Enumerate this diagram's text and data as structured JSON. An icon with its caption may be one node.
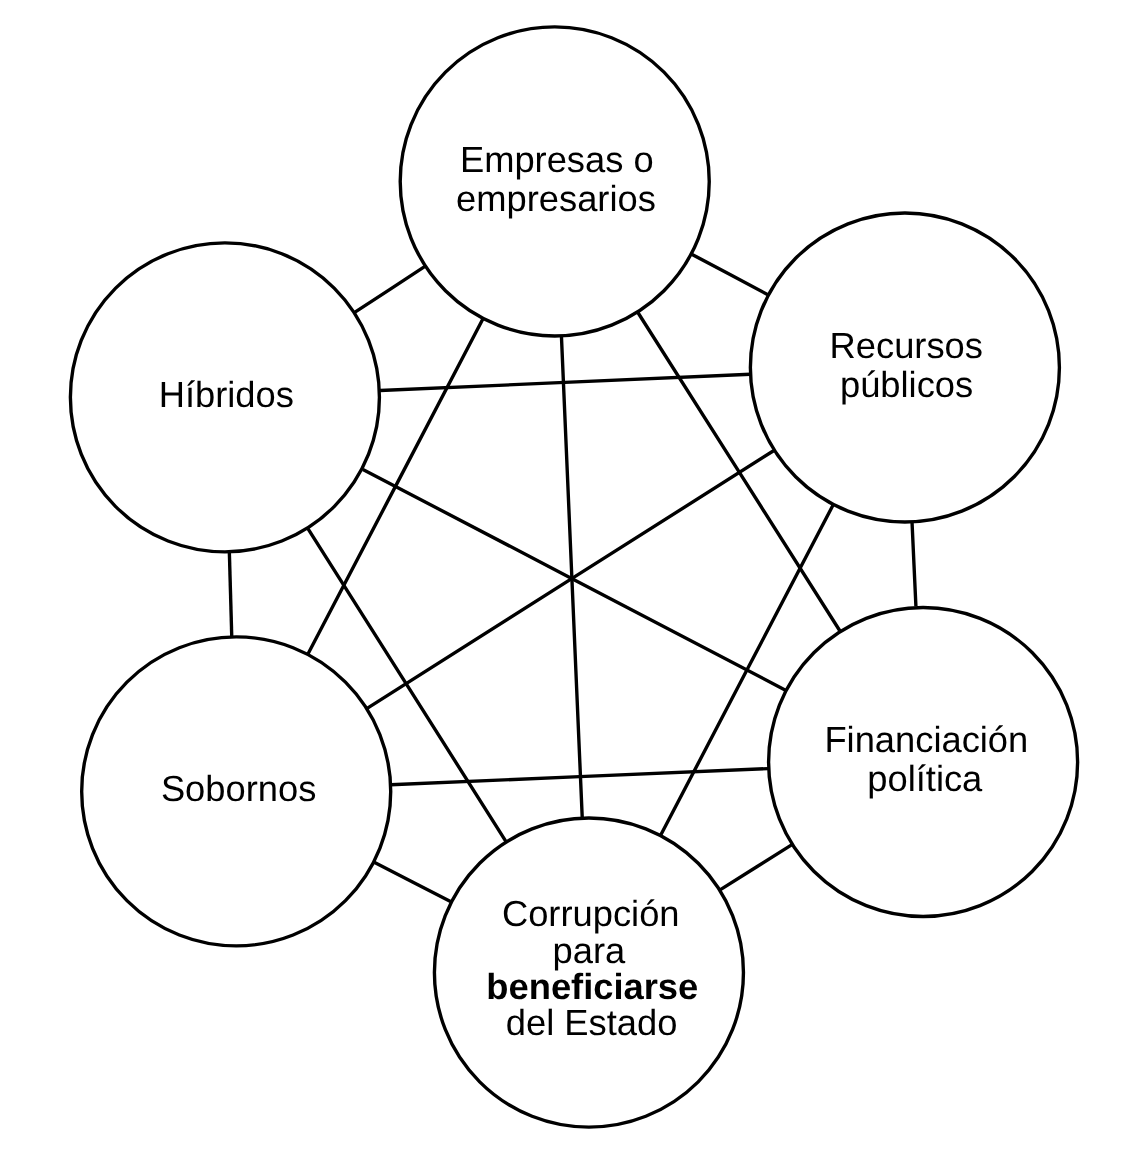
{
  "diagram": {
    "nodes": [
      {
        "text": [
          "Sobornos"
        ]
      },
      {
        "text": [
          "Financiación política"
        ]
      },
      {
        "text": [
          "Corrupción para **beneficiarse** del Estado"
        ]
      },
      {
        "text": [
          "Empresas o empresarios"
        ]
      },
      {
        "text": [
          "Recursos públicos"
        ]
      },
      {
        "text": [
          "Híbridos"
        ]
      }
    ],
    "edges": [
      {
        "from": 0,
        "to": 3,
        "arrow": "none"
      },
      {
        "from": 3,
        "to": 5,
        "arrow": "none"
      },
      {
        "from": 5,
        "to": 4,
        "arrow": "none"
      },
      {
        "from": 4,
        "to": 1,
        "arrow": "none"
      },
      {
        "from": 1,
        "to": 0,
        "arrow": "none"
      },
      {
        "from": 0,
        "to": 4,
        "arrow": "none"
      },
      {
        "from": 0,
        "to": 5,
        "arrow": "none"
      },
      {
        "from": 1,
        "to": 3,
        "arrow": "none"
      },
      {
        "from": 1,
        "to": 5,
        "arrow": "none"
      },
      {
        "from": 3,
        "to": 4,
        "arrow": "none"
      },
      {
        "from": 2,
        "to": 0,
        "arrow": "none"
      },
      {
        "from": 2,
        "to": 1,
        "arrow": "none"
      },
      {
        "from": 2,
        "to": 3,
        "arrow": "none"
      },
      {
        "from": 2,
        "to": 4,
        "arrow": "none"
      },
      {
        "from": 2,
        "to": 5,
        "arrow": "none"
      }
    ]
  }
}
